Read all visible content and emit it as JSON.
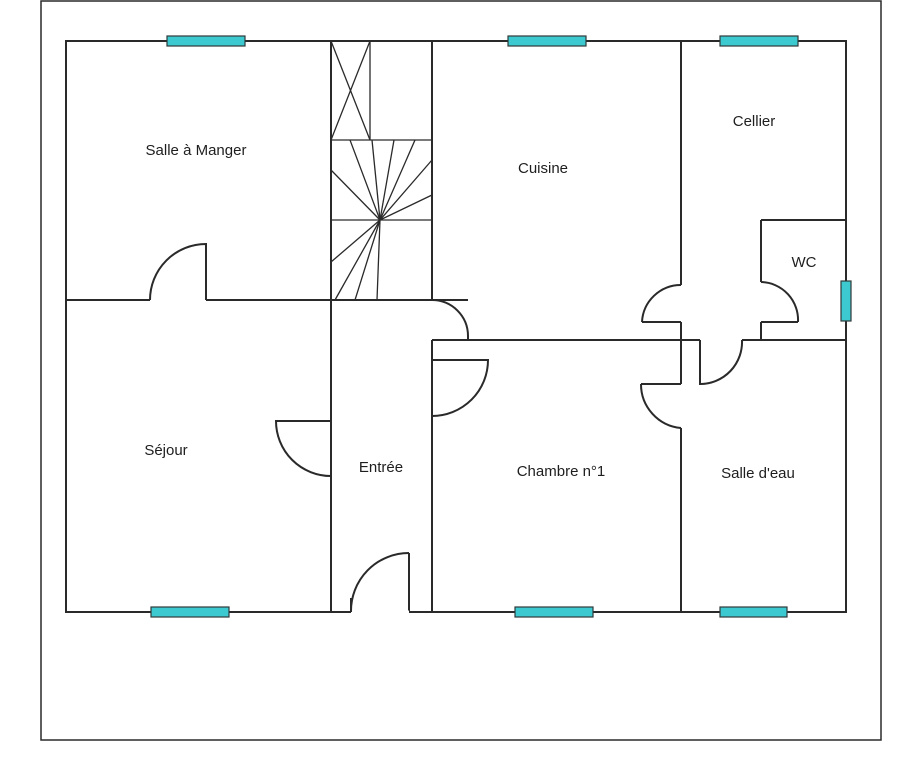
{
  "rooms": {
    "salle_a_manger": "Salle à Manger",
    "cuisine": "Cuisine",
    "cellier": "Cellier",
    "wc": "WC",
    "sejour": "Séjour",
    "entree": "Entrée",
    "chambre_1": "Chambre n°1",
    "salle_d_eau": "Salle d'eau"
  },
  "colors": {
    "window": "#3cc9cf",
    "wall": "#2a2a2a"
  }
}
